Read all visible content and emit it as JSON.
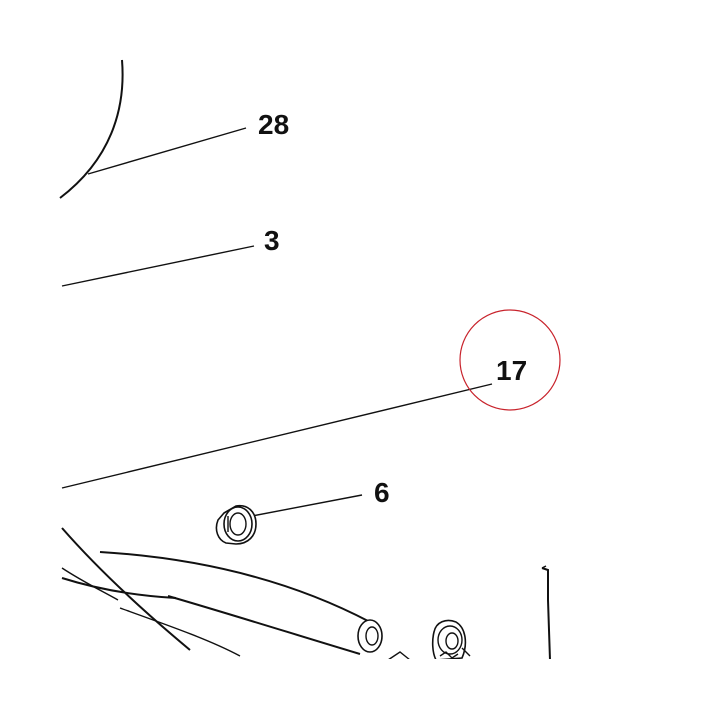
{
  "diagram": {
    "callouts": [
      {
        "id": "c28",
        "label": "28"
      },
      {
        "id": "c3",
        "label": "3"
      },
      {
        "id": "c17",
        "label": "17"
      },
      {
        "id": "c6",
        "label": "6"
      }
    ],
    "highlighted_callout": "17",
    "colors": {
      "line": "#111111",
      "highlight_circle": "#c8232c",
      "background": "#ffffff"
    }
  }
}
